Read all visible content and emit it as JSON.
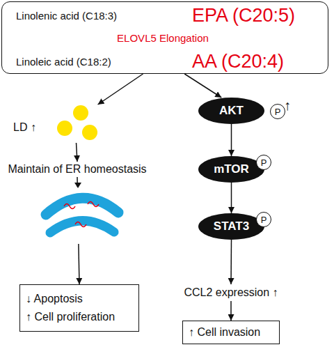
{
  "diagram": {
    "nodes": [
      {
        "text": [
          "Linolenic acid (C18:3)",
          "EPA (C20:5)",
          "ELOVL5 Elongation",
          "Linoleic acid (C18:2)",
          "AA (C20:4)"
        ]
      },
      {
        "text": [
          "LD ↑"
        ]
      },
      {
        "text": [
          "Maintain of ER homeostasis"
        ]
      },
      {
        "text": [
          "↓ Apoptosis",
          "↑ Cell proliferation"
        ]
      },
      {
        "text": [
          "AKT"
        ]
      },
      {
        "text": [
          "mTOR"
        ]
      },
      {
        "text": [
          "STAT3"
        ]
      },
      {
        "text": [
          "CCL2 expression ↑"
        ]
      },
      {
        "text": [
          "↑ Cell invasion"
        ]
      }
    ],
    "edges": [
      {
        "from": 0,
        "to": 1,
        "arrow": "to"
      },
      {
        "from": 1,
        "to": 2,
        "arrow": "to"
      },
      {
        "from": 2,
        "to": 3,
        "arrow": "to"
      },
      {
        "from": 0,
        "to": 4,
        "arrow": "to"
      },
      {
        "from": 4,
        "to": 5,
        "arrow": "to"
      },
      {
        "from": 5,
        "to": 6,
        "arrow": "to"
      },
      {
        "from": 6,
        "to": 7,
        "arrow": "to"
      },
      {
        "from": 7,
        "to": 8,
        "arrow": "to"
      }
    ],
    "labels": [
      "P",
      "↑",
      "P",
      "P"
    ]
  }
}
